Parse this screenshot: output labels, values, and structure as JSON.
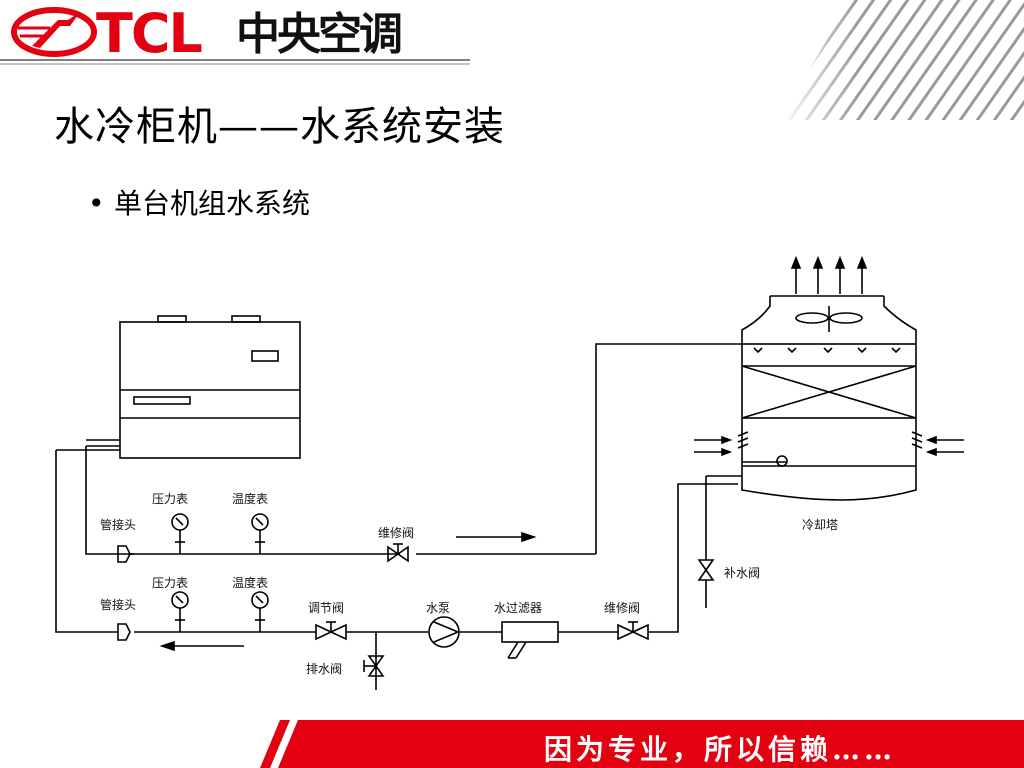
{
  "header": {
    "logo_text": "TCL",
    "logo_cn": "中央空调"
  },
  "slide": {
    "title": "水冷柜机——水系统安装",
    "bullet_marker": "•",
    "bullet": "单台机组水系统"
  },
  "diagram": {
    "labels": {
      "pressure_gauge_top": "压力表",
      "thermometer_top": "温度表",
      "pipe_joint_top": "管接头",
      "service_valve_top": "维修阀",
      "pressure_gauge_bottom": "压力表",
      "thermometer_bottom": "温度表",
      "pipe_joint_bottom": "管接头",
      "regulating_valve": "调节阀",
      "water_pump": "水泵",
      "water_filter": "水过滤器",
      "service_valve_bottom": "维修阀",
      "drain_valve": "排水阀",
      "makeup_valve": "补水阀",
      "cooling_tower": "冷却塔"
    }
  },
  "footer": {
    "slogan": "因为专业，所以信赖……"
  },
  "colors": {
    "brand_red": "#e30010",
    "line": "#000000"
  }
}
